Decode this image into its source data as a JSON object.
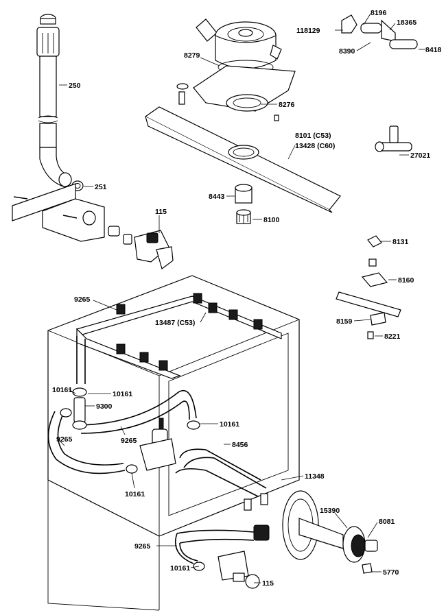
{
  "labels": {
    "l250": "250",
    "l251": "251",
    "l115a": "115",
    "l115b": "115",
    "l118129": "118129",
    "l8196": "8196",
    "l18365": "18365",
    "l8390": "8390",
    "l8418": "8418",
    "l8279": "8279",
    "l8276": "8276",
    "l8101": "8101 (C53)",
    "l13428": "13428 (C60)",
    "l27021": "27021",
    "l8443": "8443",
    "l8100": "8100",
    "l8131": "8131",
    "l8160": "8160",
    "l8159": "8159",
    "l8221": "8221",
    "l9265a": "9265",
    "l9265b": "9265",
    "l9265c": "9265",
    "l9265d": "9265",
    "l13487": "13487 (C53)",
    "l10161a": "10161",
    "l10161b": "10161",
    "l10161c": "10161",
    "l10161d": "10161",
    "l10161e": "10161",
    "l9300": "9300",
    "l8456": "8456",
    "l11348": "11348",
    "l15390": "15390",
    "l8081": "8081",
    "l5770": "5770"
  }
}
